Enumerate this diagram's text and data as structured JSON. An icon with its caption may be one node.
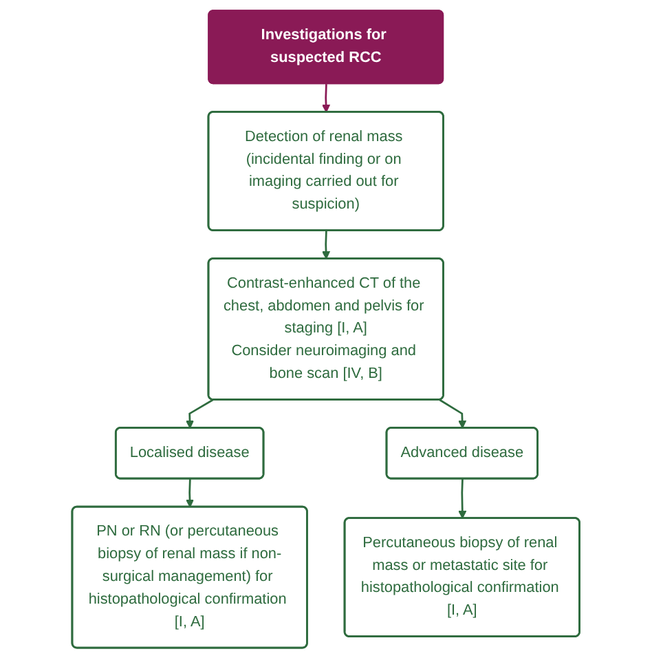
{
  "diagram": {
    "nodes": [
      {
        "text": [
          "Investigations for suspected RCC"
        ]
      },
      {
        "text": [
          "Detection of renal mass (incidental finding or on imaging carried out for suspicion)"
        ]
      },
      {
        "text": [
          "Contrast-enhanced CT of the chest, abdomen and pelvis for staging [I, A]",
          "Consider neuroimaging and bone scan [IV, B]"
        ]
      },
      {
        "text": [
          "Localised disease"
        ]
      },
      {
        "text": [
          "Advanced disease"
        ]
      },
      {
        "text": [
          "PN or RN (or percutaneous biopsy of renal mass if non-surgical management) for histopathological confirmation [I, A]"
        ]
      },
      {
        "text": [
          "Percutaneous biopsy of renal mass or metastatic site for histopathological confirmation [I, A]"
        ]
      }
    ],
    "edges": [
      {
        "from": 0,
        "to": 1,
        "arrow": "to",
        "color": "#8a1a56"
      },
      {
        "from": 1,
        "to": 2,
        "arrow": "to"
      },
      {
        "from": 2,
        "to": 3,
        "arrow": "to"
      },
      {
        "from": 2,
        "to": 4,
        "arrow": "to"
      },
      {
        "from": 3,
        "to": 5,
        "arrow": "to"
      },
      {
        "from": 4,
        "to": 6,
        "arrow": "to"
      }
    ]
  }
}
